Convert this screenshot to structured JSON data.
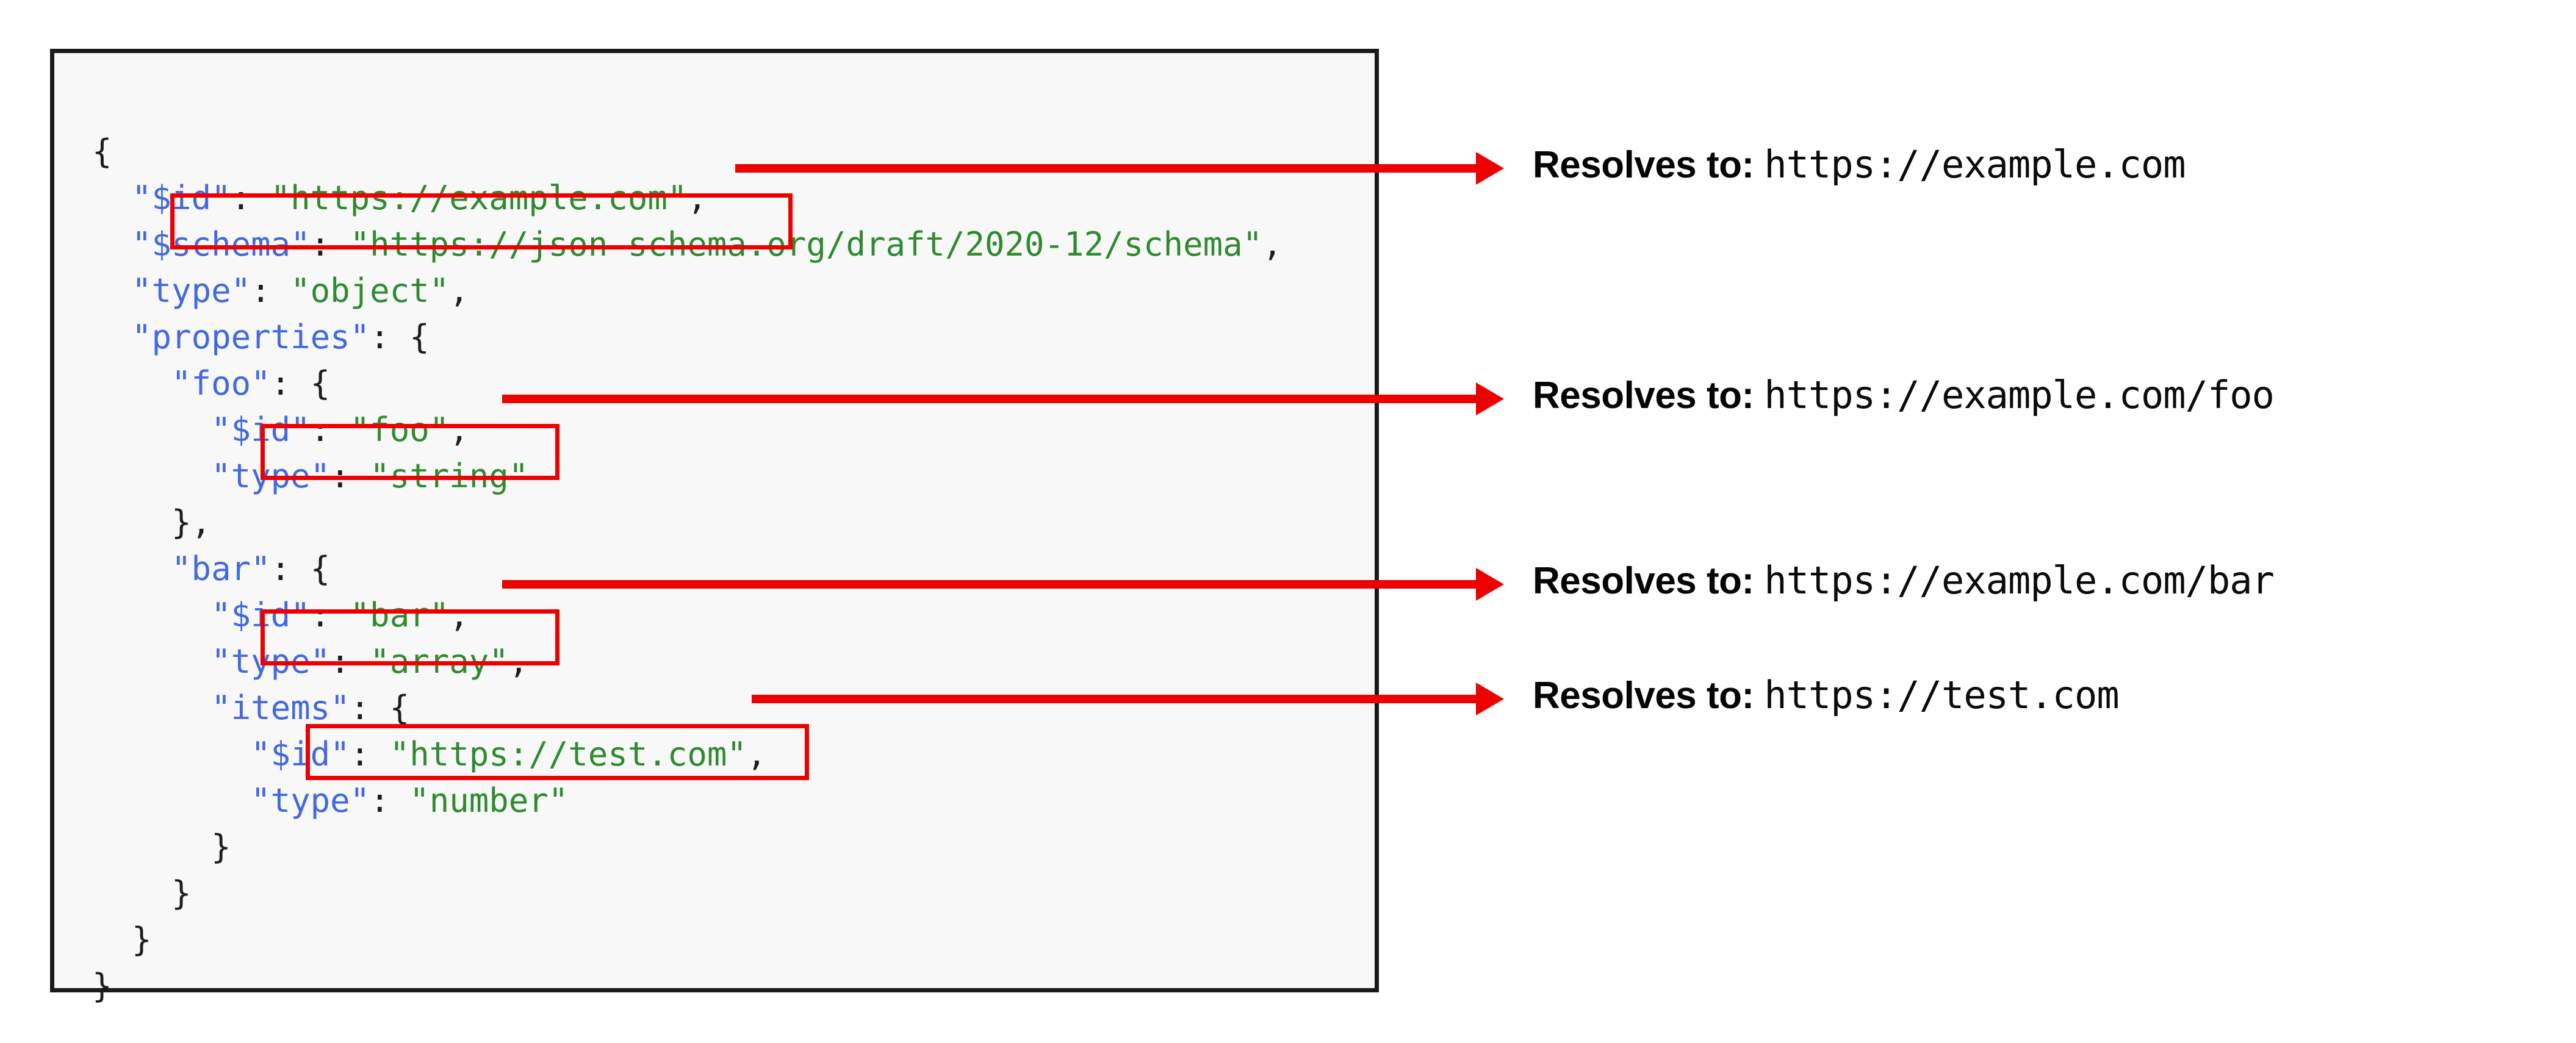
{
  "figure": {
    "type": "json-schema-id-resolution-diagram",
    "accent_color": "#ee0000",
    "panel_border_color": "#1a1a1a",
    "panel_background": "#f8f8f8",
    "key_color": "#4169e1",
    "string_color": "#2e8b2e"
  },
  "code": {
    "language": "json",
    "lines": [
      {
        "indent": 0,
        "text": "{"
      },
      {
        "indent": 1,
        "text": "\"$id\": \"https://example.com\","
      },
      {
        "indent": 1,
        "text": "\"$schema\": \"https://json-schema.org/draft/2020-12/schema\","
      },
      {
        "indent": 1,
        "text": "\"type\": \"object\","
      },
      {
        "indent": 1,
        "text": "\"properties\": {"
      },
      {
        "indent": 2,
        "text": "\"foo\": {"
      },
      {
        "indent": 3,
        "text": "\"$id\": \"foo\","
      },
      {
        "indent": 3,
        "text": "\"type\": \"string\""
      },
      {
        "indent": 2,
        "text": "},"
      },
      {
        "indent": 2,
        "text": "\"bar\": {"
      },
      {
        "indent": 3,
        "text": "\"$id\": \"bar\","
      },
      {
        "indent": 3,
        "text": "\"type\": \"array\","
      },
      {
        "indent": 3,
        "text": "\"items\": {"
      },
      {
        "indent": 4,
        "text": "\"$id\": \"https://test.com\","
      },
      {
        "indent": 4,
        "text": "\"type\": \"number\""
      },
      {
        "indent": 3,
        "text": "}"
      },
      {
        "indent": 2,
        "text": "}"
      },
      {
        "indent": 1,
        "text": "}"
      },
      {
        "indent": 0,
        "text": "}"
      }
    ],
    "tokens": {
      "line_1_open_brace": "{",
      "line_2_key": "\"$id\"",
      "line_2_value": "\"https://example.com\"",
      "line_3_key": "\"$schema\"",
      "line_3_value": "\"https://json-schema.org/draft/2020-12/schema\"",
      "line_4_key": "\"type\"",
      "line_4_value": "\"object\"",
      "line_5_key": "\"properties\"",
      "line_6_key": "\"foo\"",
      "line_7_key": "\"$id\"",
      "line_7_value": "\"foo\"",
      "line_8_key": "\"type\"",
      "line_8_value": "\"string\"",
      "line_10_key": "\"bar\"",
      "line_11_key": "\"$id\"",
      "line_11_value": "\"bar\"",
      "line_12_key": "\"type\"",
      "line_12_value": "\"array\"",
      "line_13_key": "\"items\"",
      "line_14_key": "\"$id\"",
      "line_14_value": "\"https://test.com\"",
      "line_15_key": "\"type\"",
      "line_15_value": "\"number\""
    }
  },
  "highlights": [
    {
      "name": "id-root",
      "code_text": "\"$id\": \"https://example.com\","
    },
    {
      "name": "id-foo",
      "code_text": "\"$id\": \"foo\","
    },
    {
      "name": "id-bar",
      "code_text": "\"$id\": \"bar\","
    },
    {
      "name": "id-items",
      "code_text": "\"$id\": \"https://test.com\","
    }
  ],
  "annotations": [
    {
      "lead": "Resolves to:",
      "url": "https://example.com"
    },
    {
      "lead": "Resolves to:",
      "url": "https://example.com/foo"
    },
    {
      "lead": "Resolves to:",
      "url": "https://example.com/bar"
    },
    {
      "lead": "Resolves to:",
      "url": "https://test.com"
    }
  ]
}
